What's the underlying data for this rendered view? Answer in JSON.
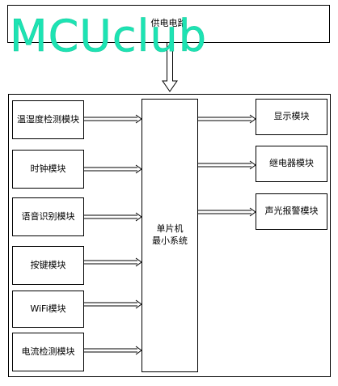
{
  "power_label": "供电电路",
  "watermark": "MCUclub",
  "mcu_label": "单片机\n最小系统",
  "inputs": [
    "温湿度检测模块",
    "时钟模块",
    "语音识别模块",
    "按键模块",
    "WiFi模块",
    "电流检测模块"
  ],
  "outputs": [
    "显示模块",
    "继电器模块",
    "声光报警模块"
  ]
}
